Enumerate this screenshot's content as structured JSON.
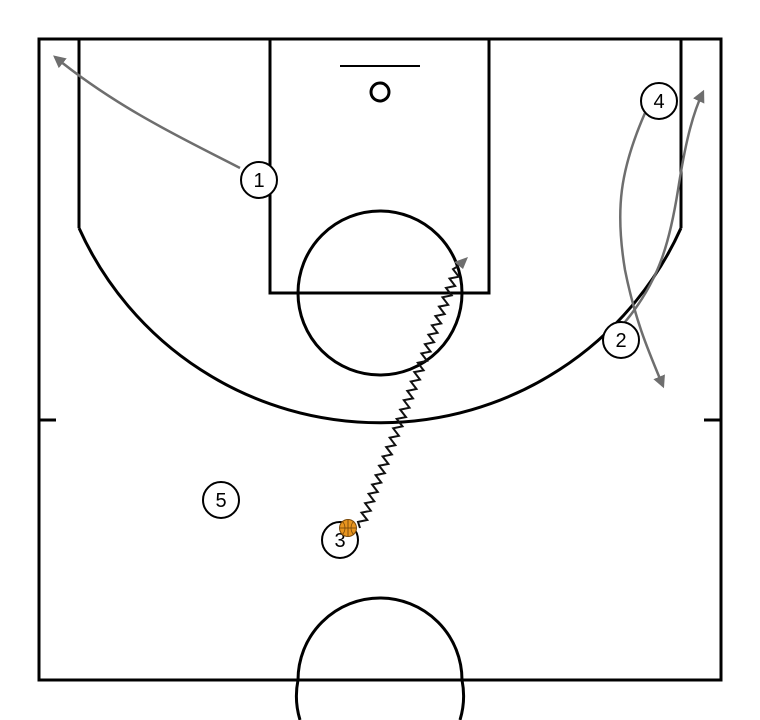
{
  "colors": {
    "court_lines": "#000000",
    "movement_arrow": "#6e6e6e",
    "dribble_line": "#111111",
    "ball": "#e8951f",
    "player_fill": "#ffffff"
  },
  "players": [
    {
      "id": "p1",
      "label": "1"
    },
    {
      "id": "p2",
      "label": "2"
    },
    {
      "id": "p3",
      "label": "3"
    },
    {
      "id": "p4",
      "label": "4"
    },
    {
      "id": "p5",
      "label": "5"
    }
  ],
  "movements": [
    {
      "player": "1",
      "kind": "cut"
    },
    {
      "player": "2",
      "kind": "cut"
    },
    {
      "player": "4",
      "kind": "cut"
    },
    {
      "player": "3",
      "kind": "dribble"
    }
  ],
  "ball_holder": "3"
}
